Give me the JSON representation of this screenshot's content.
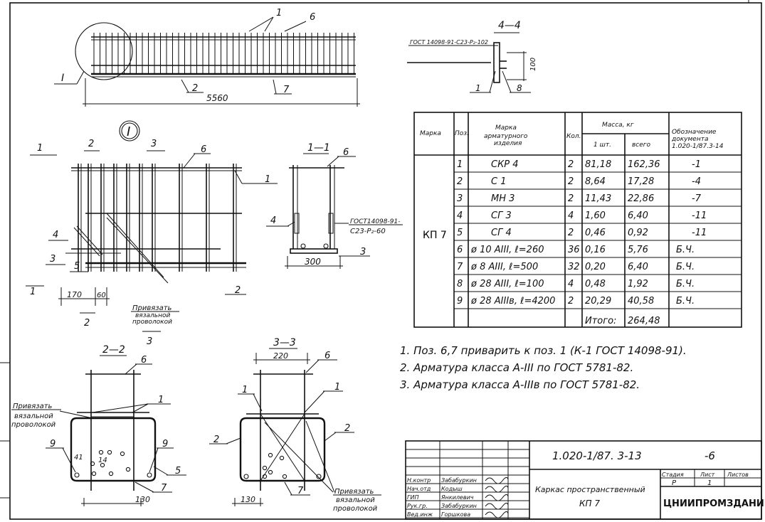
{
  "main_view": {
    "length_dim": "5560",
    "callouts": [
      "1",
      "6",
      "2",
      "7"
    ],
    "detail_ref": "I"
  },
  "section_4_4": {
    "title": "4—4",
    "gost_note": "ГОСТ 14098-91-С23-Р₂-102",
    "dim": "100",
    "callouts": [
      "1",
      "8"
    ]
  },
  "detail_I": {
    "title": "I",
    "section_marks": [
      "1",
      "2",
      "3"
    ],
    "callouts": [
      "6",
      "1",
      "4",
      "3",
      "5",
      "2"
    ],
    "dims": [
      "170",
      "60"
    ],
    "note": [
      "Привязать",
      "вязальной",
      "проволокой"
    ]
  },
  "section_1_1": {
    "title": "1—1",
    "gost_note": [
      "ГОСТ14098-91-",
      "С23-Р₂-60"
    ],
    "dim": "300",
    "callouts": [
      "6",
      "4",
      "3"
    ]
  },
  "section_2_2": {
    "title": "2—2",
    "dims": [
      "41",
      "14",
      "130"
    ],
    "callouts": [
      "6",
      "1",
      "9",
      "9",
      "5",
      "7"
    ],
    "note": [
      "Привязать",
      "вязальной",
      "проволокой"
    ]
  },
  "section_3_3": {
    "title": "3—3",
    "dims": [
      "220",
      "130"
    ],
    "callouts": [
      "6",
      "1",
      "1",
      "2",
      "2",
      "7"
    ],
    "note": [
      "Привязать",
      "вязальной",
      "проволокой"
    ]
  },
  "spec_table": {
    "headers": {
      "marka": "Марка",
      "poz": "Поз.",
      "item": [
        "Марка",
        "арматурного",
        "изделия"
      ],
      "qty": "Кол.",
      "mass": "Масса, кг",
      "mass_unit": "1 шт.",
      "mass_total": "всего",
      "doc": [
        "Обозначение",
        "документа",
        "1.020-1/87.3-14"
      ]
    },
    "group_mark": "КП 7",
    "rows": [
      {
        "poz": "1",
        "item": "СКР 4",
        "qty": "2",
        "m1": "81,18",
        "mt": "162,36",
        "doc": "-1"
      },
      {
        "poz": "2",
        "item": "С 1",
        "qty": "2",
        "m1": "8,64",
        "mt": "17,28",
        "doc": "-4"
      },
      {
        "poz": "3",
        "item": "МН 3",
        "qty": "2",
        "m1": "11,43",
        "mt": "22,86",
        "doc": "-7"
      },
      {
        "poz": "4",
        "item": "СГ 3",
        "qty": "4",
        "m1": "1,60",
        "mt": "6,40",
        "doc": "-11"
      },
      {
        "poz": "5",
        "item": "СГ 4",
        "qty": "2",
        "m1": "0,46",
        "mt": "0,92",
        "doc": "-11"
      },
      {
        "poz": "6",
        "item": "ø 10 АIII, ℓ=260",
        "qty": "36",
        "m1": "0,16",
        "mt": "5,76",
        "doc": "Б.Ч."
      },
      {
        "poz": "7",
        "item": "ø 8 АIII, ℓ=500",
        "qty": "32",
        "m1": "0,20",
        "mt": "6,40",
        "doc": "Б.Ч."
      },
      {
        "poz": "8",
        "item": "ø 28 АIII, ℓ=100",
        "qty": "4",
        "m1": "0,48",
        "mt": "1,92",
        "doc": "Б.Ч."
      },
      {
        "poz": "9",
        "item": "ø 28 АIIIв, ℓ=4200",
        "qty": "2",
        "m1": "20,29",
        "mt": "40,58",
        "doc": "Б.Ч."
      }
    ],
    "total_label": "Итого:",
    "total_value": "264,48"
  },
  "notes": [
    "1. Поз. 6,7 приварить к поз. 1 (К-1 ГОСТ 14098-91).",
    "2. Арматура класса А-III по ГОСТ 5781-82.",
    "3. Арматура класса А-IIIв по ГОСТ 5781-82."
  ],
  "title_block": {
    "doc_code": "1.020-1/87. 3-13",
    "sheet_suffix": "-6",
    "roles": [
      "Н.контр",
      "Нач.отд",
      "ГИП",
      "Рук.гр.",
      "Вед.инж"
    ],
    "names": [
      "Забабуркин",
      "Кодыш",
      "Янкилевич",
      "Забабуркин",
      "Горшкова"
    ],
    "title": "Каркас пространственный",
    "subtitle": "КП 7",
    "stage_label": "Стадия",
    "sheet_label": "Лист",
    "sheets_label": "Листов",
    "stage": "Р",
    "sheet": "1",
    "org": "ЦНИИПРОМЗДАНИЙ"
  }
}
